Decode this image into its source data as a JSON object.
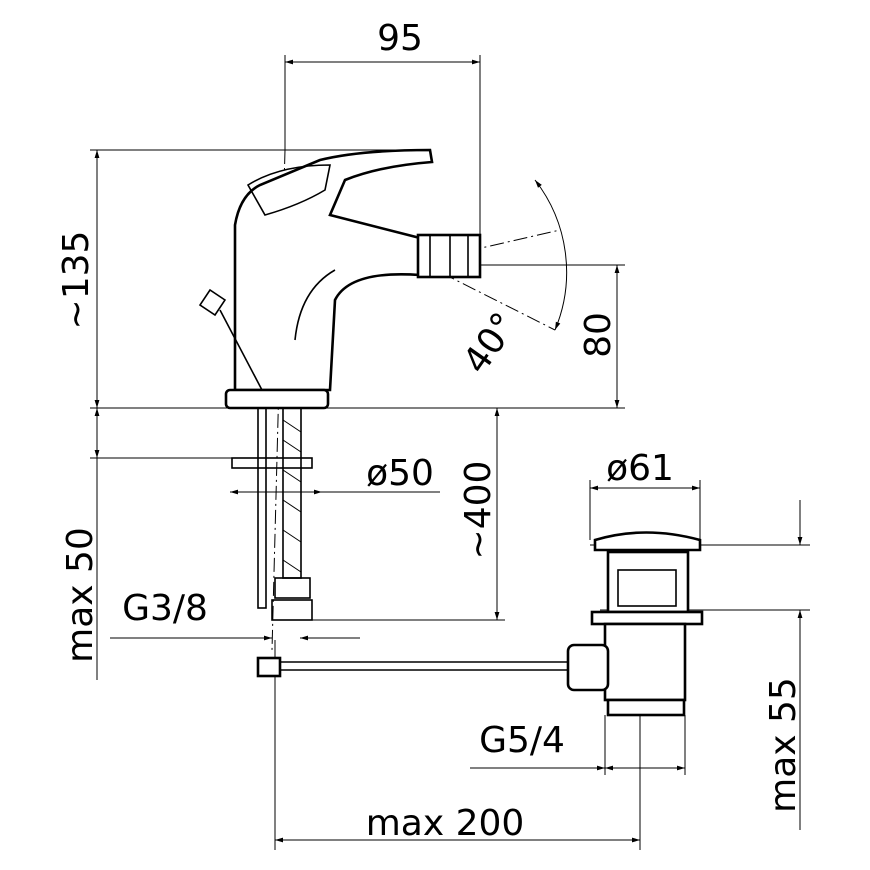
{
  "title": "Bidet mixer technical drawing",
  "dimensions": {
    "width_95": "95",
    "height_135": "~135",
    "height_80": "80",
    "angle_40": "40°",
    "dia_50": "ø50",
    "hose_400": "~400",
    "dia_61": "ø61",
    "max_50": "max 50",
    "thread_g38": "G3/8",
    "max_55": "max 55",
    "thread_g54": "G5/4",
    "max_200": "max 200"
  }
}
